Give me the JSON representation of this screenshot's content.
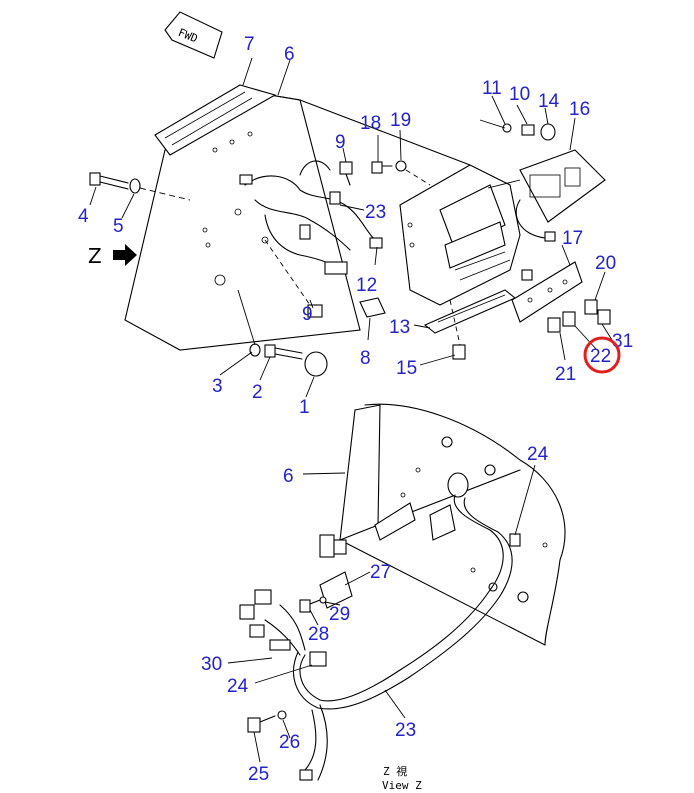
{
  "diagram": {
    "fwd_label": "FWD",
    "z_label": "Z",
    "view_caption_line1": "Z  視",
    "view_caption_line2": "View Z",
    "accent_color": "#2323c8",
    "highlight_color": "#e41e1e",
    "highlighted_part": "22",
    "callouts": {
      "c1": "1",
      "c2": "2",
      "c3": "3",
      "c4": "4",
      "c5": "5",
      "c6a": "6",
      "c6b": "6",
      "c7": "7",
      "c8": "8",
      "c9a": "9",
      "c9b": "9",
      "c10": "10",
      "c11": "11",
      "c12": "12",
      "c13": "13",
      "c14": "14",
      "c15": "15",
      "c16": "16",
      "c17": "17",
      "c18": "18",
      "c19": "19",
      "c20": "20",
      "c21": "21",
      "c22": "22",
      "c23a": "23",
      "c23b": "23",
      "c24a": "24",
      "c24b": "24",
      "c25": "25",
      "c26": "26",
      "c27": "27",
      "c28": "28",
      "c29": "29",
      "c30": "30",
      "c31": "31"
    }
  }
}
